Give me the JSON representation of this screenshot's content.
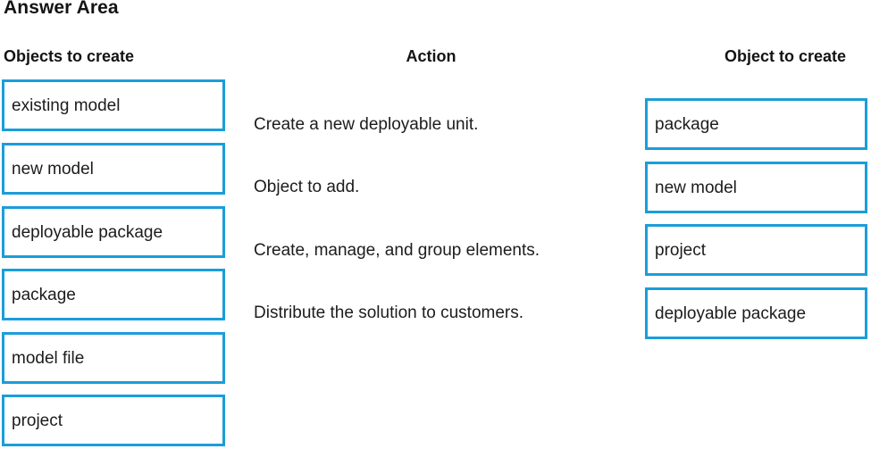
{
  "page_title": "Answer Area",
  "accent_color": "#1b9dd9",
  "text_color": "#1c1c1c",
  "background_color": "#ffffff",
  "headers": {
    "left": "Objects to create",
    "middle": "Action",
    "right": "Object to create"
  },
  "objects_to_create": [
    {
      "label": "existing model"
    },
    {
      "label": "new model"
    },
    {
      "label": "deployable package"
    },
    {
      "label": "package"
    },
    {
      "label": "model file"
    },
    {
      "label": "project"
    }
  ],
  "actions": [
    {
      "text": "Create a new deployable unit."
    },
    {
      "text": "Object to add."
    },
    {
      "text": "Create, manage, and group elements."
    },
    {
      "text": "Distribute the solution to customers."
    }
  ],
  "answers": [
    {
      "label": "package"
    },
    {
      "label": "new model"
    },
    {
      "label": "project"
    },
    {
      "label": "deployable package"
    }
  ]
}
